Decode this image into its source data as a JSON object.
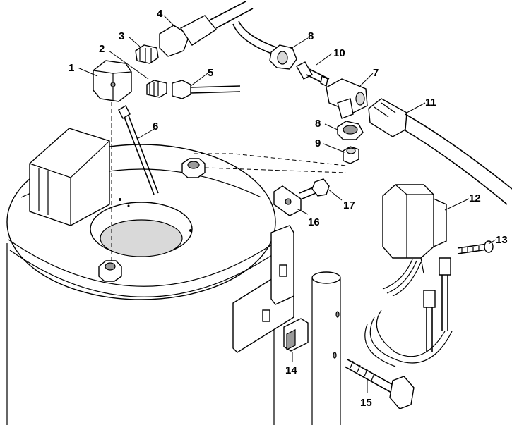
{
  "callouts": [
    {
      "id": "1",
      "label": "1"
    },
    {
      "id": "2",
      "label": "2"
    },
    {
      "id": "3",
      "label": "3"
    },
    {
      "id": "4",
      "label": "4"
    },
    {
      "id": "5",
      "label": "5"
    },
    {
      "id": "6",
      "label": "6"
    },
    {
      "id": "7",
      "label": "7"
    },
    {
      "id": "8a",
      "label": "8"
    },
    {
      "id": "8b",
      "label": "8"
    },
    {
      "id": "9",
      "label": "9"
    },
    {
      "id": "10",
      "label": "10"
    },
    {
      "id": "11",
      "label": "11"
    },
    {
      "id": "12",
      "label": "12"
    },
    {
      "id": "13",
      "label": "13"
    },
    {
      "id": "14",
      "label": "14"
    },
    {
      "id": "15",
      "label": "15"
    },
    {
      "id": "16",
      "label": "16"
    },
    {
      "id": "17",
      "label": "17"
    }
  ]
}
